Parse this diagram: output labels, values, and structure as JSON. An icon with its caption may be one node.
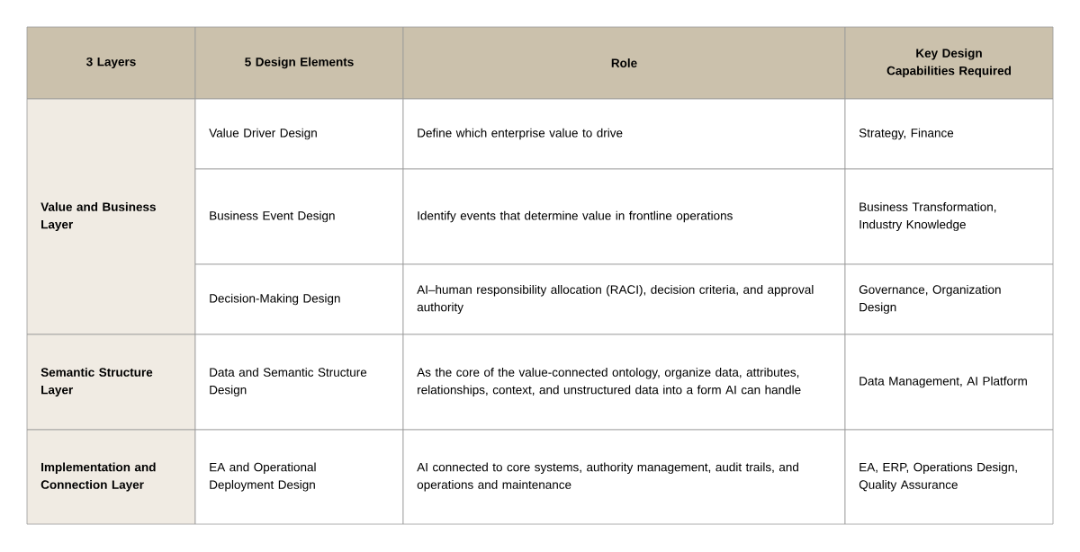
{
  "diagram": {
    "labels": [
      "3 Layers",
      "5 Design Elements",
      "Role",
      "Key Design Capabilities Required",
      "Value and Business Layer",
      "Value Driver Design",
      "Define which enterprise value to drive",
      "Strategy, Finance",
      "Business Event Design",
      "Identify events that determine value in frontline operations",
      "Business Transformation, Industry Knowledge",
      "Decision-Making Design",
      "AI–human responsibility allocation (RACI), decision criteria, and approval authority",
      "Governance, Organization Design",
      "Semantic Structure Layer",
      "Data and Semantic Structure Design",
      "As the core of the value-connected ontology, organize data, attributes, relationships, context, and unstructured data into a form AI can handle",
      "Data Management, AI Platform",
      "Implementation and Connection Layer",
      "EA and Operational Deployment Design",
      "AI connected to core systems, authority management, audit trails, and operations and maintenance",
      "EA, ERP, Operations Design, Quality Assurance"
    ]
  }
}
